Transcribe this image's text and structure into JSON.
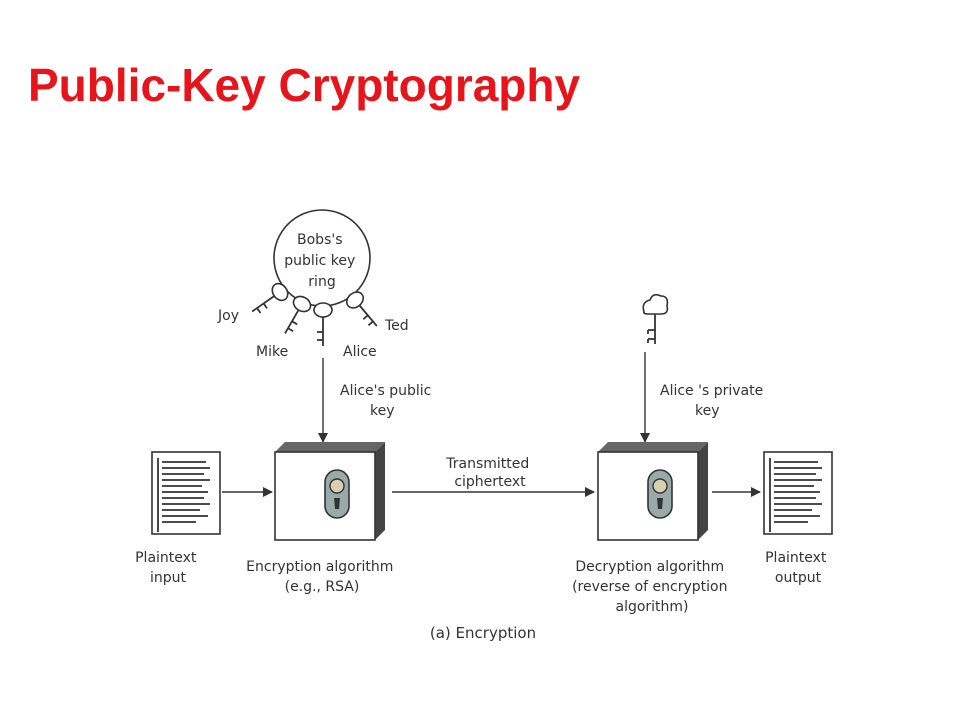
{
  "title": "Public-Key Cryptography",
  "colors": {
    "title": "#e8141b",
    "ink": "#333333",
    "box_side": "#444444"
  },
  "key_ring": {
    "label": [
      "Bobs's",
      "public key",
      "ring"
    ],
    "keys": [
      "Joy",
      "Mike",
      "Alice",
      "Ted"
    ]
  },
  "labels": {
    "alice_public_key": [
      "Alice's public",
      "key"
    ],
    "alice_private_key": [
      "Alice 's private",
      "key"
    ],
    "transmitted": [
      "Transmitted",
      "ciphertext"
    ],
    "plaintext_input": [
      "Plaintext",
      "input"
    ],
    "encryption_algorithm": [
      "Encryption algorithm",
      "(e.g., RSA)"
    ],
    "decryption_algorithm": [
      "Decryption algorithm",
      "(reverse of encryption",
      "algorithm)"
    ],
    "plaintext_output": [
      "Plaintext",
      "output"
    ],
    "caption": "(a) Encryption"
  },
  "icons": [
    "key-icon",
    "lock-icon",
    "document-icon",
    "arrow-icon"
  ]
}
